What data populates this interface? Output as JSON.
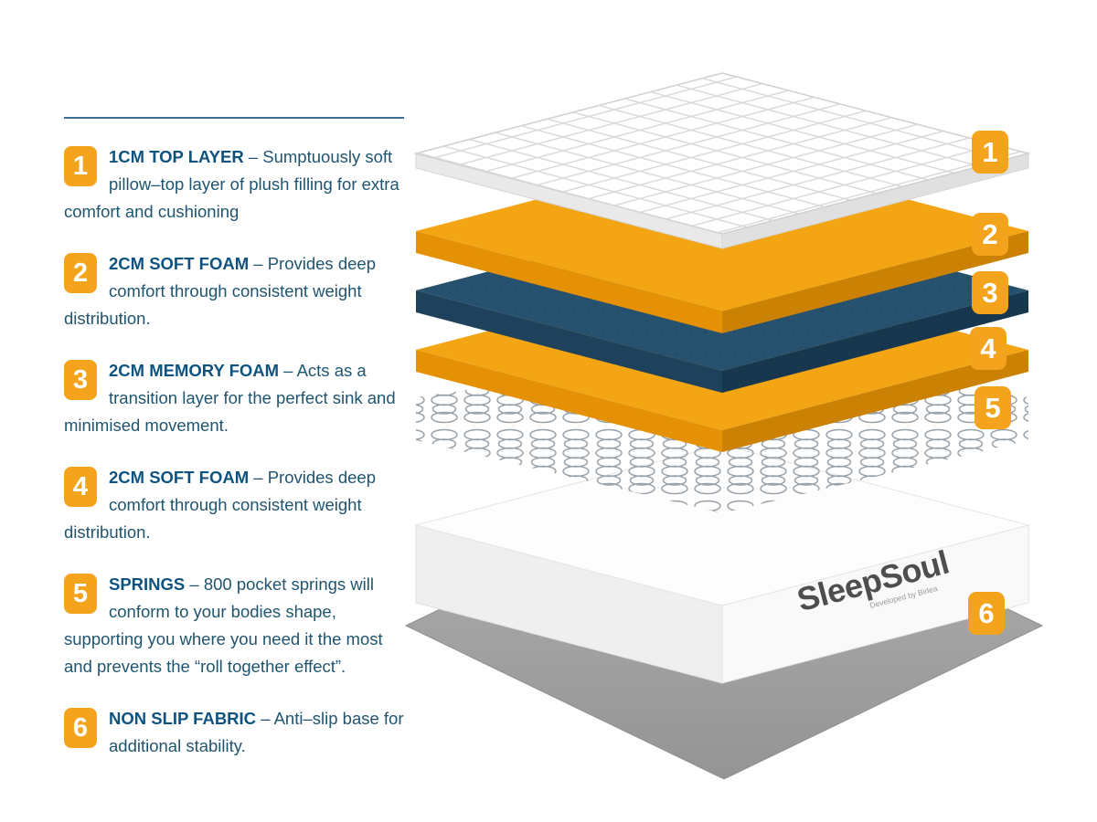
{
  "colors": {
    "badge_orange": "#F4A41C",
    "heading_blue": "#0e537f",
    "body_blue": "#20556f",
    "foam_orange_top": "#F3A513",
    "memory_foam_blue_top": "#26516F",
    "spring_gray": "#98a1a8",
    "non_slip_gray": "#a4a4a4"
  },
  "steps": [
    {
      "num": "1",
      "title": "1CM TOP LAYER",
      "desc": "– Sumptuously soft pillow–top layer of plush filling for extra comfort and cushioning"
    },
    {
      "num": "2",
      "title": "2CM SOFT FOAM",
      "desc": "– Provides deep comfort through consistent weight distribution."
    },
    {
      "num": "3",
      "title": "2CM MEMORY FOAM",
      "desc": "– Acts as a transition layer for the perfect sink and minimised movement."
    },
    {
      "num": "4",
      "title": "2CM SOFT FOAM",
      "desc": "– Provides deep comfort through consistent weight distribution."
    },
    {
      "num": "5",
      "title": "SPRINGS",
      "desc": "– 800 pocket springs will conform to your bodies shape, supporting you where you need it the most and prevents the “roll together effect”."
    },
    {
      "num": "6",
      "title": "NON SLIP FABRIC",
      "desc": "– Anti–slip base for additional stability."
    }
  ],
  "diagram": {
    "logo": {
      "name": "SleepSoul",
      "tagline": "Developed by Birlea"
    }
  }
}
